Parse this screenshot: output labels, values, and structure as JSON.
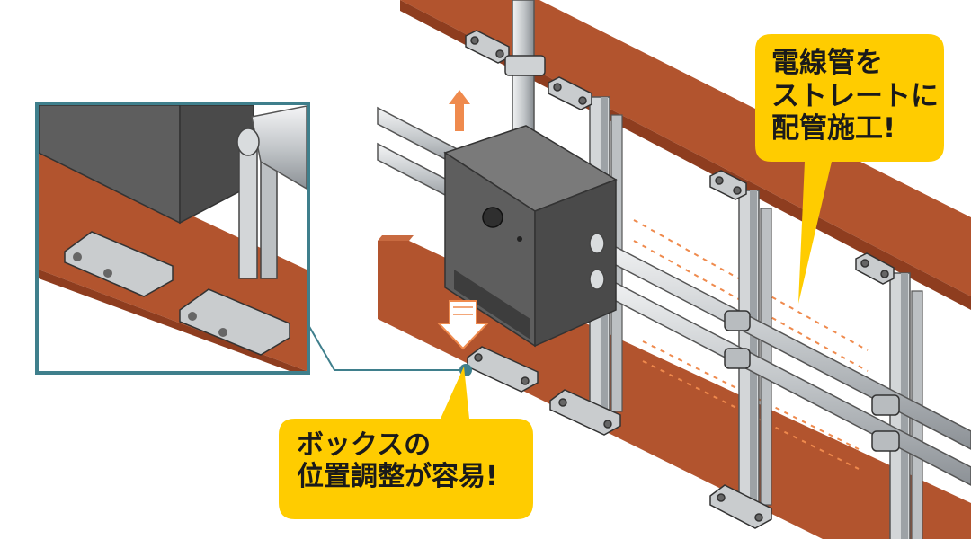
{
  "callouts": {
    "straight_conduit": {
      "lines": [
        "電線管を",
        "ストレートに",
        "配管施工!"
      ]
    },
    "box_position": {
      "lines": [
        "ボックスの",
        "位置調整が容易!"
      ]
    }
  },
  "colors": {
    "beam": "#b2542e",
    "beam_dark": "#8e3d1f",
    "callout_fill": "#ffcc00",
    "inset_border": "#3f7f8c",
    "arrow_orange": "#ef8a4d",
    "box_gray": "#5e5e5e",
    "metal": "#c9ccce"
  },
  "icons": [
    "arrow-up-icon",
    "arrow-down-icon"
  ]
}
